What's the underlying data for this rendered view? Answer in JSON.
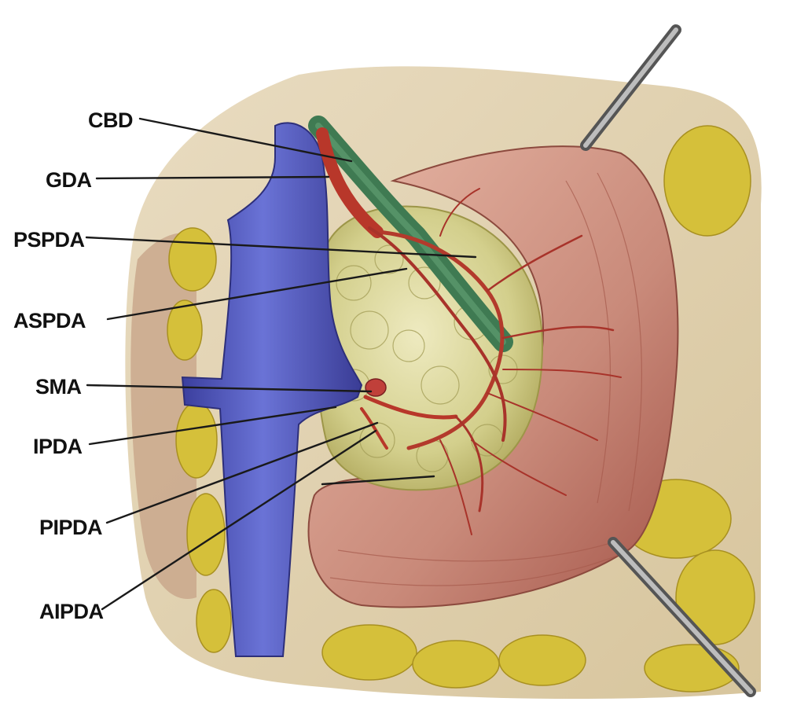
{
  "figure": {
    "labels": [
      {
        "id": "cbd",
        "text": "CBD"
      },
      {
        "id": "gda",
        "text": "GDA"
      },
      {
        "id": "pspda",
        "text": "PSPDA"
      },
      {
        "id": "aspda",
        "text": "ASPDA"
      },
      {
        "id": "sma",
        "text": "SMA"
      },
      {
        "id": "ipda",
        "text": "IPDA"
      },
      {
        "id": "pipda",
        "text": "PIPDA"
      },
      {
        "id": "aipda",
        "text": "AIPDA"
      }
    ]
  },
  "colors": {
    "vein": "#5b63c9",
    "bile_duct": "#3f7a52",
    "artery": "#b8372a",
    "pancreas": "#d9d49a",
    "duodenum": "#c98a7a",
    "fat": "#d8c23a",
    "retractor": "#8a8a8a"
  }
}
